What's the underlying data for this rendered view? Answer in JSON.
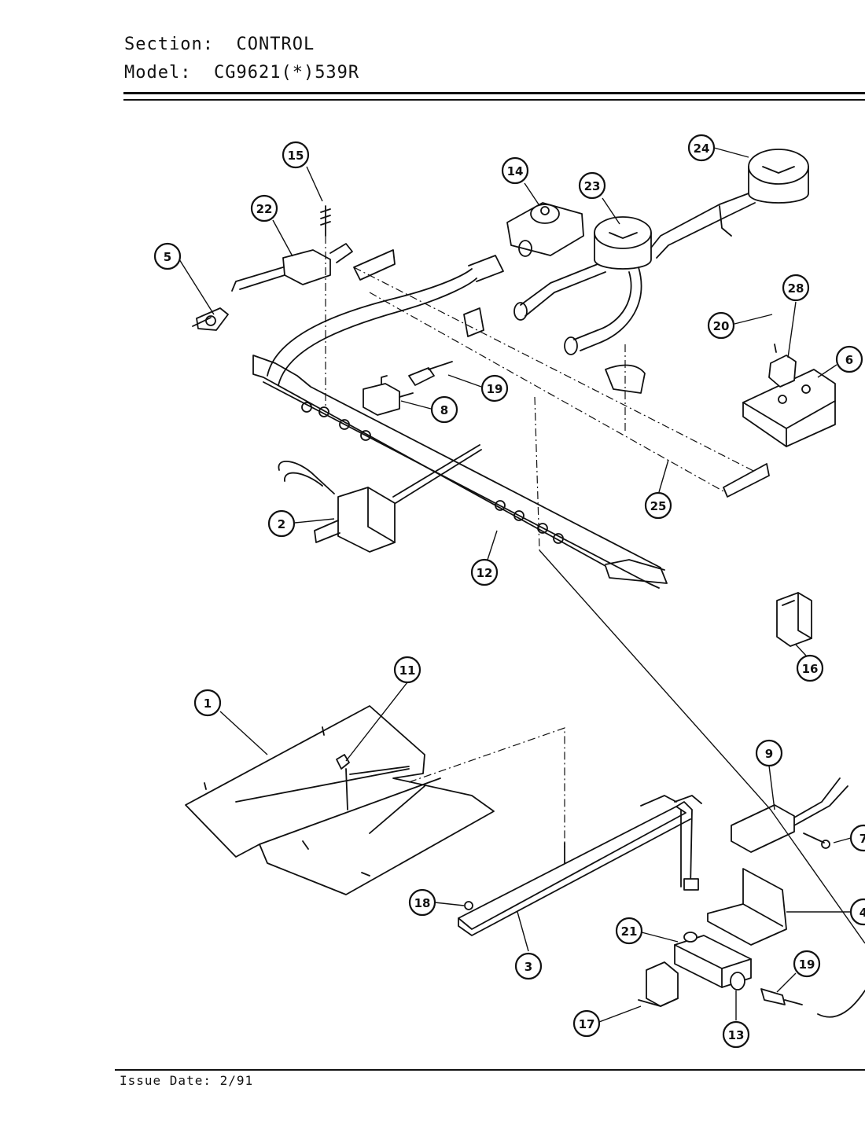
{
  "header": {
    "section_label": "Section:",
    "section_value": "CONTROL",
    "model_label": "Model:",
    "model_value": "CG9621(*)539R"
  },
  "footer": {
    "issue_date": "Issue Date: 2/91"
  },
  "callouts": [
    {
      "id": "c15",
      "label": "15"
    },
    {
      "id": "c22",
      "label": "22"
    },
    {
      "id": "c5",
      "label": "5"
    },
    {
      "id": "c14",
      "label": "14"
    },
    {
      "id": "c23",
      "label": "23"
    },
    {
      "id": "c24",
      "label": "24"
    },
    {
      "id": "c28",
      "label": "28"
    },
    {
      "id": "c20",
      "label": "20"
    },
    {
      "id": "c6",
      "label": "6"
    },
    {
      "id": "c19a",
      "label": "19"
    },
    {
      "id": "c8",
      "label": "8"
    },
    {
      "id": "c25",
      "label": "25"
    },
    {
      "id": "c2",
      "label": "2"
    },
    {
      "id": "c12",
      "label": "12"
    },
    {
      "id": "c16",
      "label": "16"
    },
    {
      "id": "c11",
      "label": "11"
    },
    {
      "id": "c1",
      "label": "1"
    },
    {
      "id": "c9",
      "label": "9"
    },
    {
      "id": "c7",
      "label": "7"
    },
    {
      "id": "c4",
      "label": "4"
    },
    {
      "id": "c18",
      "label": "18"
    },
    {
      "id": "c3",
      "label": "3"
    },
    {
      "id": "c21",
      "label": "21"
    },
    {
      "id": "c19b",
      "label": "19"
    },
    {
      "id": "c17",
      "label": "17"
    },
    {
      "id": "c13",
      "label": "13"
    }
  ]
}
